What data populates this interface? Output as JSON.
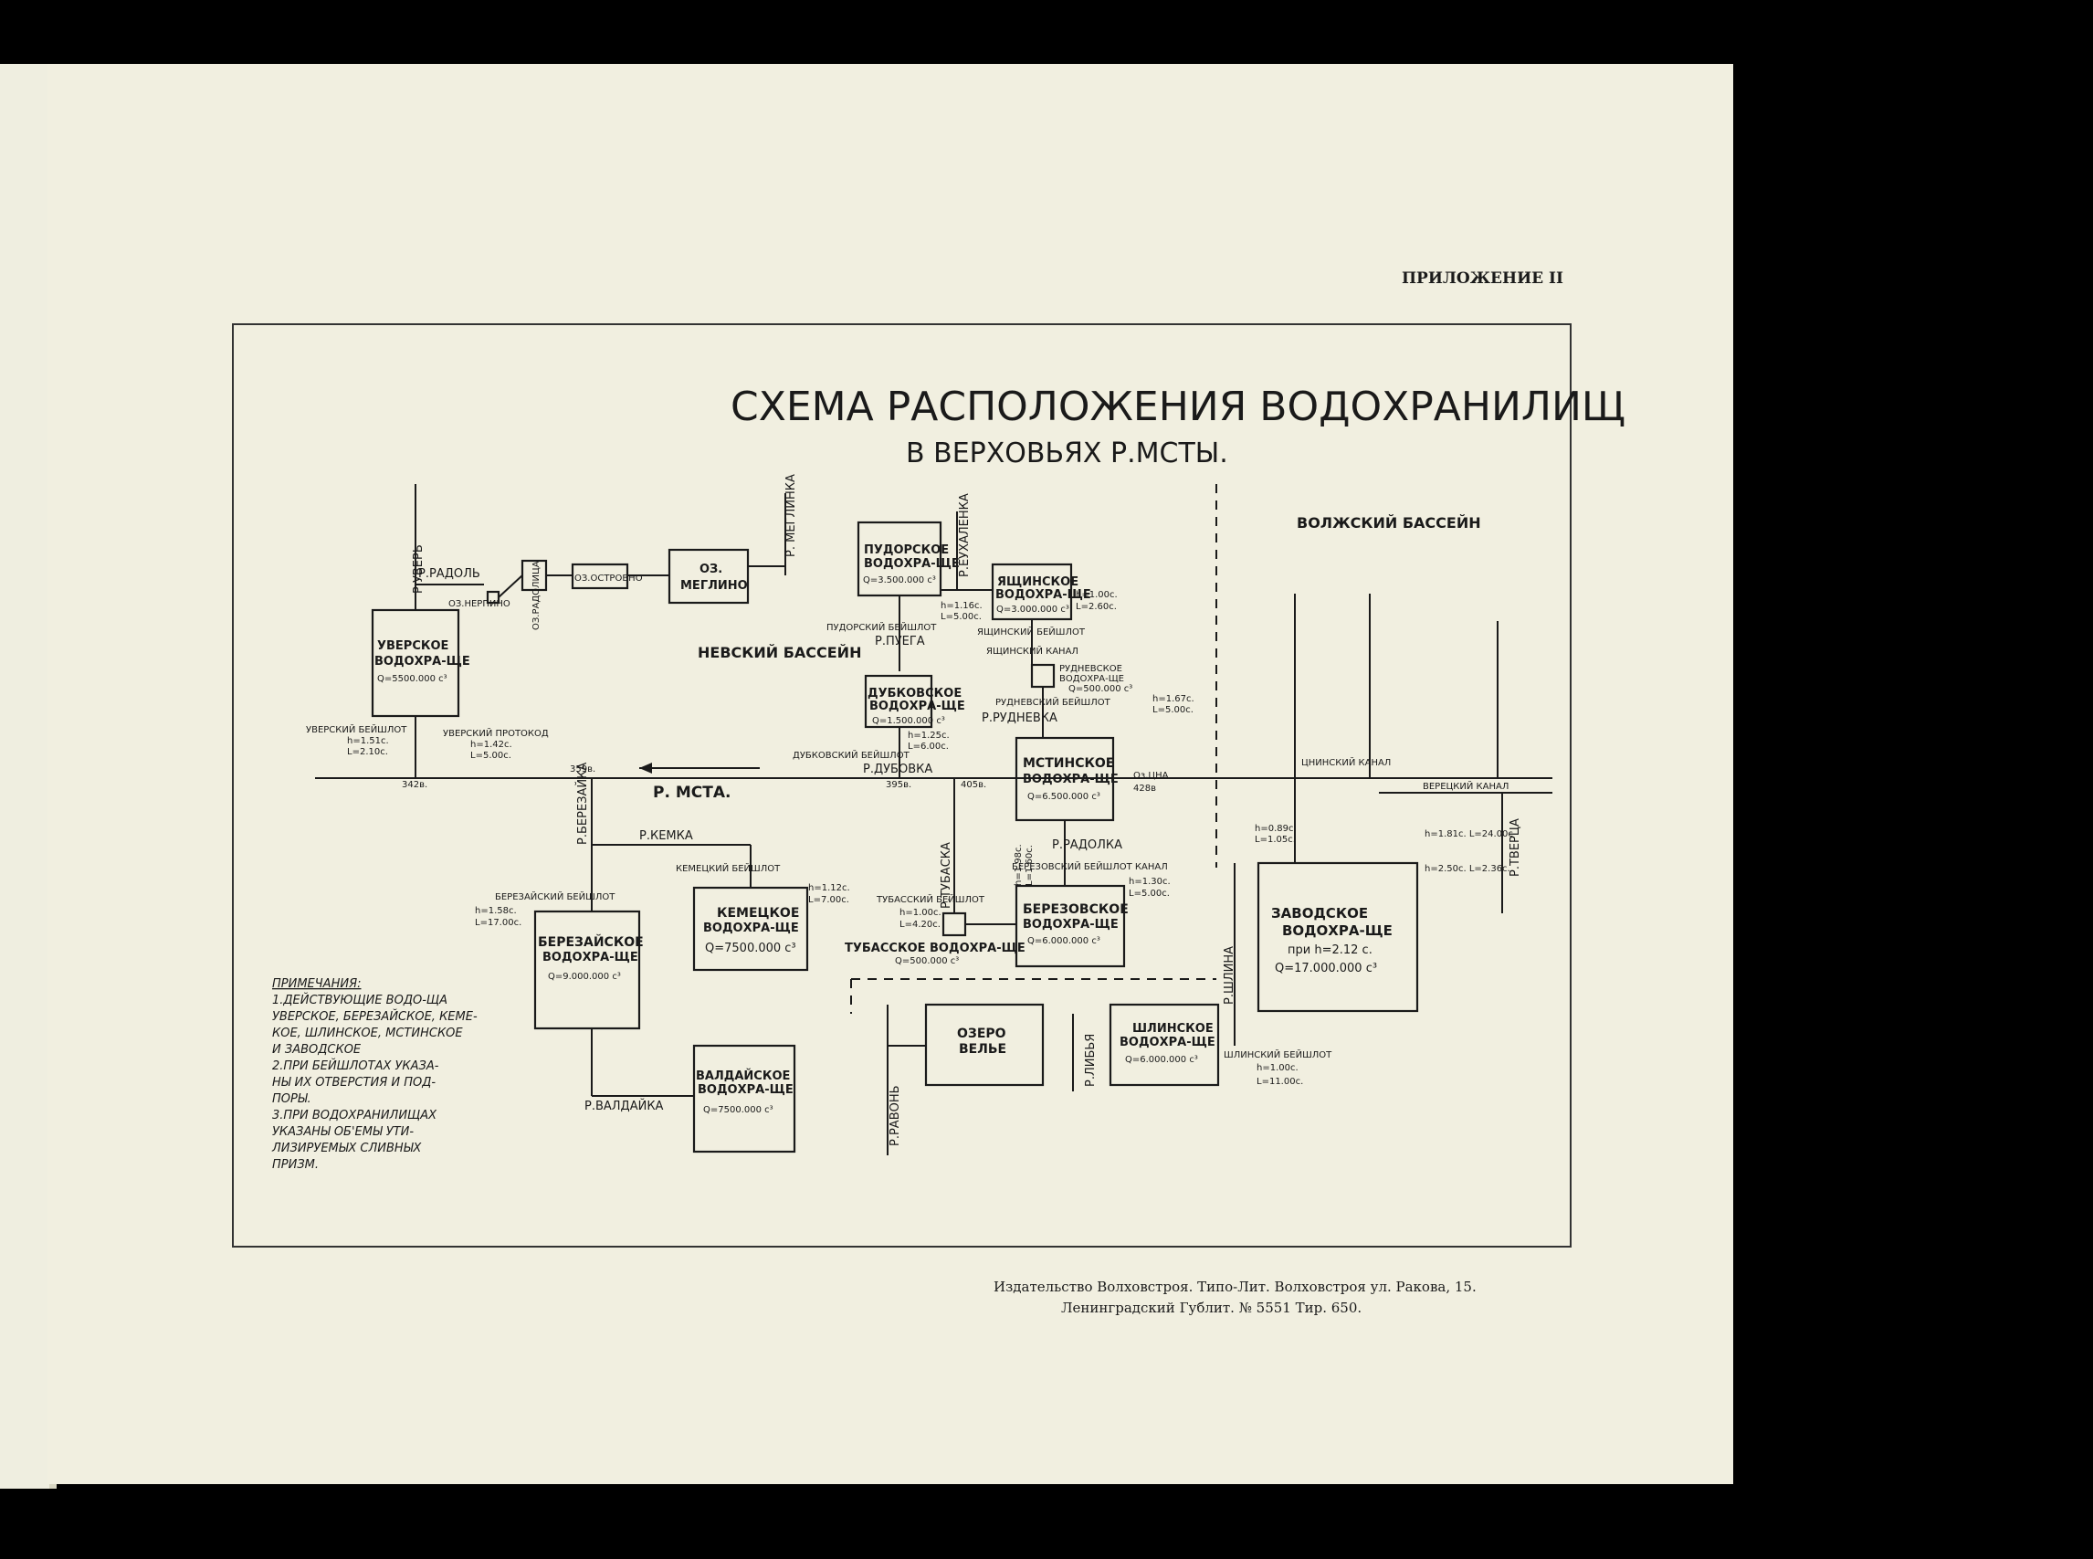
{
  "appendix_label": "ПРИЛОЖЕНИЕ II",
  "title_line1": "СХЕМА РАСПОЛОЖЕНИЯ ВОДОХРАНИЛИЩ",
  "title_line2": "В ВЕРХОВЬЯХ Р.МСТЫ.",
  "basins": {
    "neva": "НЕВСКИЙ БАССЕЙН",
    "volga": "ВОЛЖСКИЙ БАССЕЙН"
  },
  "main_river": {
    "name": "Р. МСТА.",
    "elevations": [
      "342в.",
      "359в.",
      "395в.",
      "405в.",
      "428в"
    ]
  },
  "reservoirs": {
    "uverskoe": {
      "name1": "УВЕРСКОЕ",
      "name2": "ВОДОХРА-ЩЕ",
      "volume": "Q=5500.000 c³"
    },
    "pudorskoe": {
      "name1": "ПУДОРСКОЕ",
      "name2": "ВОДОХРА-ЩЕ",
      "volume": "Q=3.500.000 c³"
    },
    "yashchinskoe": {
      "name1": "ЯЩИНСКОЕ",
      "name2": "ВОДОХРА-ЩЕ",
      "volume": "Q=3.000.000 c³"
    },
    "dubkovskoe": {
      "name1": "ДУБКОВСКОЕ",
      "name2": "ВОДОХРА-ЩЕ",
      "volume": "Q=1.500.000 c³"
    },
    "rudnevskoe": {
      "name1": "РУДНЕВСКОЕ",
      "name2": "ВОДОХРА-ЩЕ",
      "volume": "Q=500.000 c³"
    },
    "mstinskoe": {
      "name1": "МСТИНСКОЕ",
      "name2": "ВОДОХРА-ЩЕ",
      "volume": "Q=6.500.000 c³"
    },
    "kemetskoe": {
      "name1": "КЕМЕЦКОЕ",
      "name2": "ВОДОХРА-ЩЕ",
      "volume": "Q=7500.000 c³"
    },
    "berezayskoe": {
      "name1": "БЕРЕЗАЙСКОЕ",
      "name2": "ВОДОХРА-ЩЕ",
      "volume": "Q=9.000.000 c³"
    },
    "berezovskoe": {
      "name1": "БЕРЕЗОВСКОЕ",
      "name2": "ВОДОХРА-ЩЕ",
      "volume": "Q=6.000.000 c³"
    },
    "tubasskoe": {
      "name": "ТУБАССКОЕ ВОДОХРА-ЩЕ",
      "volume": "Q=500.000 c³"
    },
    "zavodskoe": {
      "name1": "ЗАВОДСКОЕ",
      "name2": "ВОДОХРА-ЩЕ",
      "level": "при h=2.12 с.",
      "volume": "Q=17.000.000 c³"
    },
    "valdayskoe": {
      "name1": "ВАЛДАЙСКОЕ",
      "name2": "ВОДОХРА-ЩЕ",
      "volume": "Q=7500.000 c³"
    },
    "shlinskoe": {
      "name1": "ШЛИНСКОЕ",
      "name2": "ВОДОХРА-ЩЕ",
      "volume": "Q=6.000.000 c³"
    },
    "velie": {
      "name1": "ОЗЕРО",
      "name2": "ВЕЛЬЕ"
    },
    "meglino": {
      "name1": "ОЗ.",
      "name2": "МЕГЛИНО"
    }
  },
  "rivers": {
    "uver": "Р.УВЕРЬ",
    "radol": "Р.РАДОЛЬ",
    "meglinka": "Р. МЕГЛИНКА",
    "yeuhalenka": "Р.ЕУХАЛЕНКА",
    "puega": "Р.ПУЕГА",
    "rudnevka": "Р.РУДНЕВКА",
    "dubovka": "Р.ДУБОВКА",
    "tubaska": "Р.ТУБАСКА",
    "radolka": "Р.РАДОЛКА",
    "kemka": "Р.КЕМКА",
    "berezayka": "Р.БЕРЕЗАЙКА",
    "dayka": "Р.ВАЛДАЙКА",
    "ravon": "Р.РАВОНЬ",
    "liba": "Р.ЛИБЬЯ",
    "shlina": "Р.ШЛИНА",
    "tvertsa": "Р.ТВЕРЦА",
    "tsna": "Оз.ЦНА"
  },
  "locks": {
    "pudorsky": "ПУДОРСКИЙ БЕЙШЛОТ",
    "yashchinsky": "ЯЩИНСКИЙ БЕЙШЛОТ",
    "yashchinsky_canal": "ЯЩИНСКИЙ КАНАЛ",
    "rudnevsky": "РУДНЕВСКИЙ БЕЙШЛОТ",
    "dubkovsky": "ДУБКОВСКИЙ БЕЙШЛОТ",
    "uversky": "УВЕРСКИЙ БЕЙШЛОТ",
    "uversky_channel": "УВЕРСКИЙ ПРОТОКОД",
    "berezaysky": "БЕРЕЗАЙСКИЙ БЕЙШЛОТ",
    "kemetsky": "КЕМЕЦКИЙ БЕЙШЛОТ",
    "tubassky": "ТУБАССКИЙ БЕЙШЛОТ",
    "berezovsky_canal": "БЕРЕЗОВСКИЙ БЕЙШЛОТ КАНАЛ",
    "shlinsky": "ШЛИНСКИЙ БЕЙШЛОТ",
    "tsninsky_canal": "ЦНИНСКИЙ КАНАЛ",
    "vereshchinsky_canal": "ВЕРЕЦКИЙ КАНАЛ",
    "ozero_ostrovno": "ОЗ.ОСТРОВНО",
    "ozero_nerpin": "ОЗ.НЕРПИНО",
    "radolitsa": "ОЗ.РАДОЛИЦА"
  },
  "parameters": {
    "pudorsky": [
      "h=1.16c.",
      "L=5.00c."
    ],
    "yashchinsky": [
      "h=1.00c.",
      "L=2.60c."
    ],
    "rudnevsky": [
      "h=1.67c.",
      "L=5.00c."
    ],
    "dubkovsky": [
      "h=1.25c.",
      "L=6.00c."
    ],
    "uversky": [
      "h=1.51c.",
      "L=2.10c."
    ],
    "uversky_channel": [
      "h=1.42c.",
      "L=5.00c."
    ],
    "berezaysky": [
      "h=1.58c.",
      "L=17.00c."
    ],
    "kemetsky": [
      "h=1.12c.",
      "L=7.00c."
    ],
    "tubassky": [
      "h=1.00c.",
      "L=4.20c."
    ],
    "berezovsky": [
      "h=1.30c.",
      "L=5.00c."
    ],
    "shlinsky": [
      "h=1.00c.",
      "L=11.00c."
    ],
    "mstinsky": [
      "h=1.98c.",
      "L=1.60c."
    ],
    "zavodsky1": [
      "h=0.89c.",
      "L=1.05c."
    ],
    "zavodsky2": [
      "h=1.81c. L=24.00c",
      "h=2.50c. L=2.36c."
    ]
  },
  "notes": {
    "heading": "ПРИМЕЧАНИЯ:",
    "lines": [
      "1.ДЕЙСТВУЮЩИЕ ВОДО-ЩА",
      "УВЕРСКОЕ, БЕРЕЗАЙСКОЕ, КЕМЕ-",
      "КОЕ, ШЛИНСКОЕ, МСТИНСКОЕ",
      "И ЗАВОДСКОЕ",
      "2.ПРИ БЕЙШЛОТАХ УКАЗА-",
      "НЫ ИХ ОТВЕРСТИЯ И ПОД-",
      "ПОРЫ.",
      "3.ПРИ ВОДОХРАНИЛИЩАХ",
      "УКАЗАНЫ ОБ'ЕМЫ УТИ-",
      "ЛИЗИРУЕМЫХ СЛИВНЫХ",
      "ПРИЗМ."
    ]
  },
  "footer": {
    "line1": "Издательство Волховстроя. Типо-Лит. Волховстроя ул. Ракова, 15.",
    "line2": "Ленинградский Гублит. № 5551    Тир. 650."
  }
}
